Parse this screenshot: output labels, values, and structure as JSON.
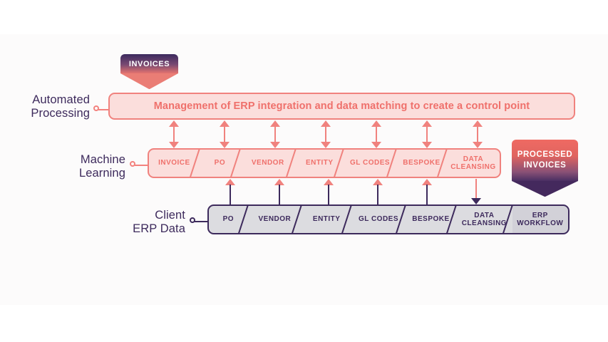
{
  "colors": {
    "coral": "#f0827e",
    "coral_text": "#ef706b",
    "coral_fill": "#fbdedc",
    "navy": "#3d2a5c",
    "grey_fill": "#dcdce0",
    "canvas": "#fcfbfb",
    "banner_purple": "#3b2a5e",
    "banner_coral": "#ea7d75"
  },
  "rows": {
    "automated": {
      "label": "Automated\nProcessing"
    },
    "machine_learning": {
      "label": "Machine\nLearning"
    },
    "client_erp": {
      "label": "Client\nERP Data"
    }
  },
  "banners": {
    "invoices": {
      "label": "INVOICES"
    },
    "processed": {
      "label": "PROCESSED\nINVOICES"
    }
  },
  "automated_bar": {
    "headline": "Management of ERP integration and data matching to create a control point"
  },
  "machine_learning_bar": {
    "segments": [
      {
        "label": "INVOICE"
      },
      {
        "label": "PO"
      },
      {
        "label": "VENDOR"
      },
      {
        "label": "ENTITY"
      },
      {
        "label": "GL CODES"
      },
      {
        "label": "BESPOKE"
      },
      {
        "label": "DATA\nCLEANSING"
      }
    ]
  },
  "client_erp_bar": {
    "segments": [
      {
        "label": "PO"
      },
      {
        "label": "VENDOR"
      },
      {
        "label": "ENTITY"
      },
      {
        "label": "GL CODES"
      },
      {
        "label": "BESPOKE"
      },
      {
        "label": "DATA\nCLEANSING"
      },
      {
        "label": "ERP\nWORKFLOW"
      }
    ]
  }
}
